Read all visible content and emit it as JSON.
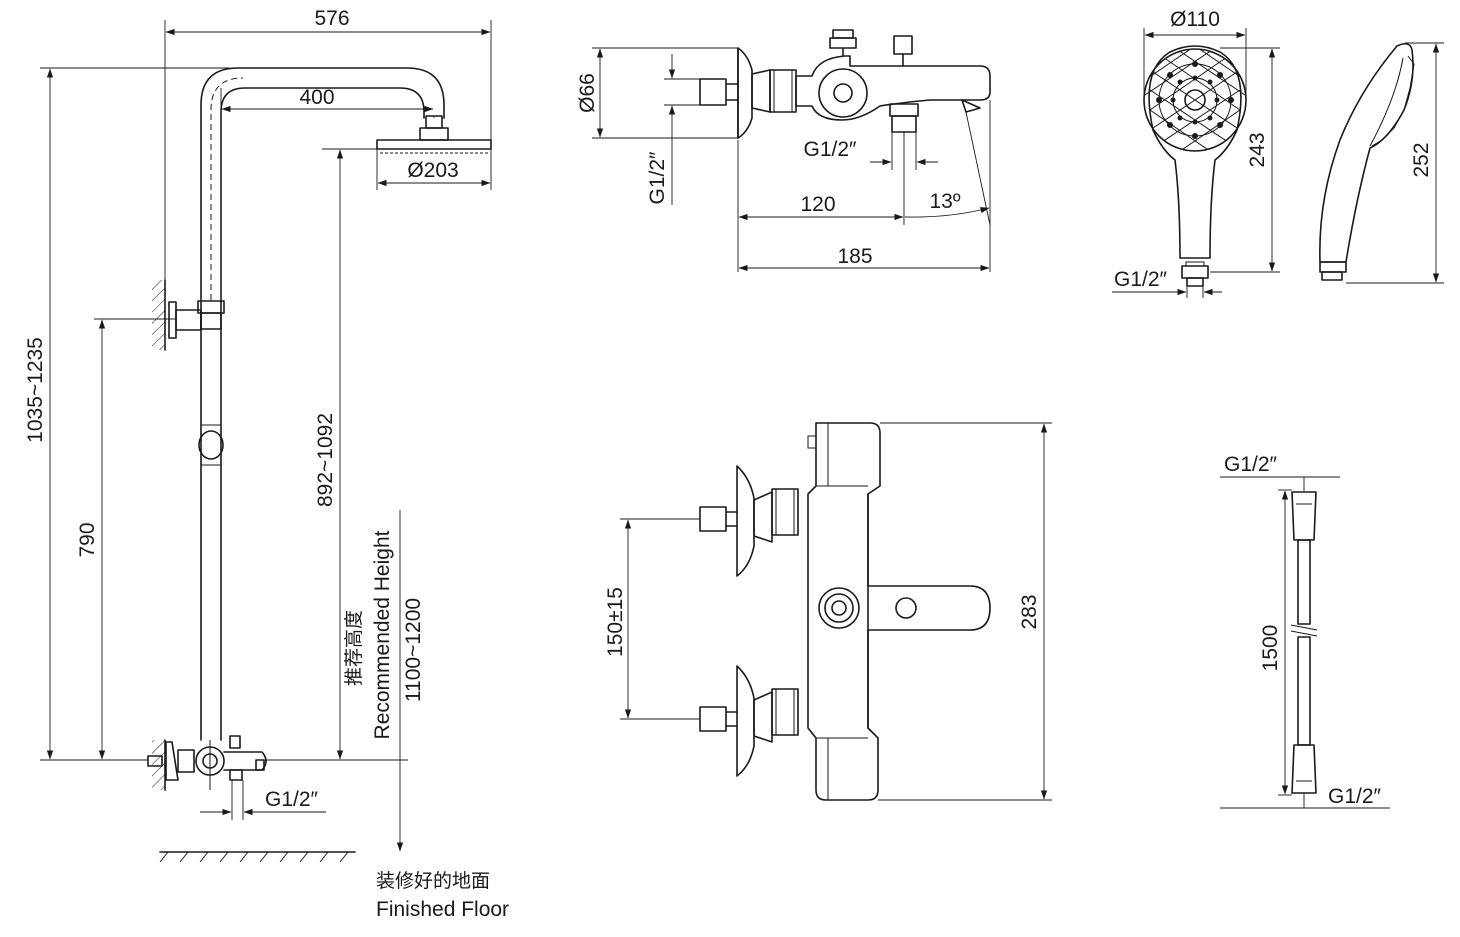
{
  "column": {
    "top_width": "576",
    "arm_length": "400",
    "head_diameter": "Ø203",
    "total_height": "1035~1235",
    "bracket_height": "790",
    "head_height": "892~1092",
    "recommended_cn": "推荐高度",
    "recommended_en": "Recommended Height",
    "recommended_value": "1100~1200",
    "inlet_thread": "G1/2″",
    "floor_cn": "装修好的地面",
    "floor_en": "Finished Floor"
  },
  "mixer_side": {
    "flange_diameter": "Ø66",
    "inlet_thread": "G1/2″",
    "outlet_thread": "G1/2″",
    "spout_offset": "120",
    "spout_angle": "13º",
    "total_length": "185"
  },
  "mixer_front": {
    "inlet_spacing": "150±15",
    "body_height": "283"
  },
  "hand_shower": {
    "face_diameter": "Ø110",
    "front_length": "243",
    "side_length": "252",
    "thread": "G1/2″"
  },
  "hose": {
    "top_thread": "G1/2″",
    "length": "1500",
    "bottom_thread": "G1/2″"
  }
}
